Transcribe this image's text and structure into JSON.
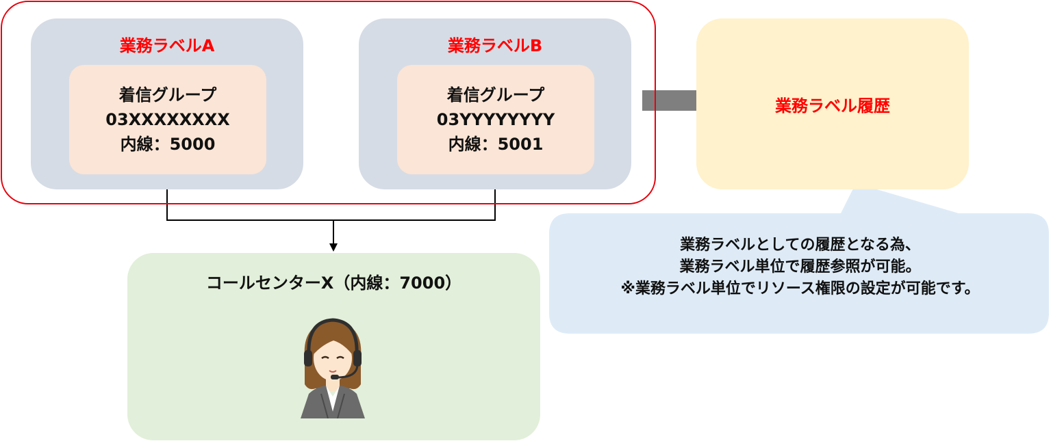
{
  "labels": [
    {
      "title": "業務ラベルA",
      "group": "着信グループ",
      "number": "03XXXXXXXX",
      "extension": "内線：5000"
    },
    {
      "title": "業務ラベルB",
      "group": "着信グループ",
      "number": "03YYYYYYYY",
      "extension": "内線：5001"
    }
  ],
  "history": {
    "title": "業務ラベル履歴"
  },
  "callcenter": {
    "title": "コールセンターX（内線：7000）",
    "icon": "operator-headset-icon"
  },
  "note": {
    "lines": [
      "業務ラベルとしての履歴となる為、",
      "業務ラベル単位で履歴参照が可能。",
      "※業務ラベル単位でリソース権限の設定が可能です。"
    ]
  },
  "colors": {
    "frame": "#e8000b",
    "label_box": "#d6dce5",
    "group_box": "#fbe5d6",
    "history_box": "#fff2cc",
    "callcenter_box": "#e2efda",
    "note_bubble": "#deebf7",
    "arrow": "#7f7f7f",
    "title_red": "#ff0000"
  }
}
